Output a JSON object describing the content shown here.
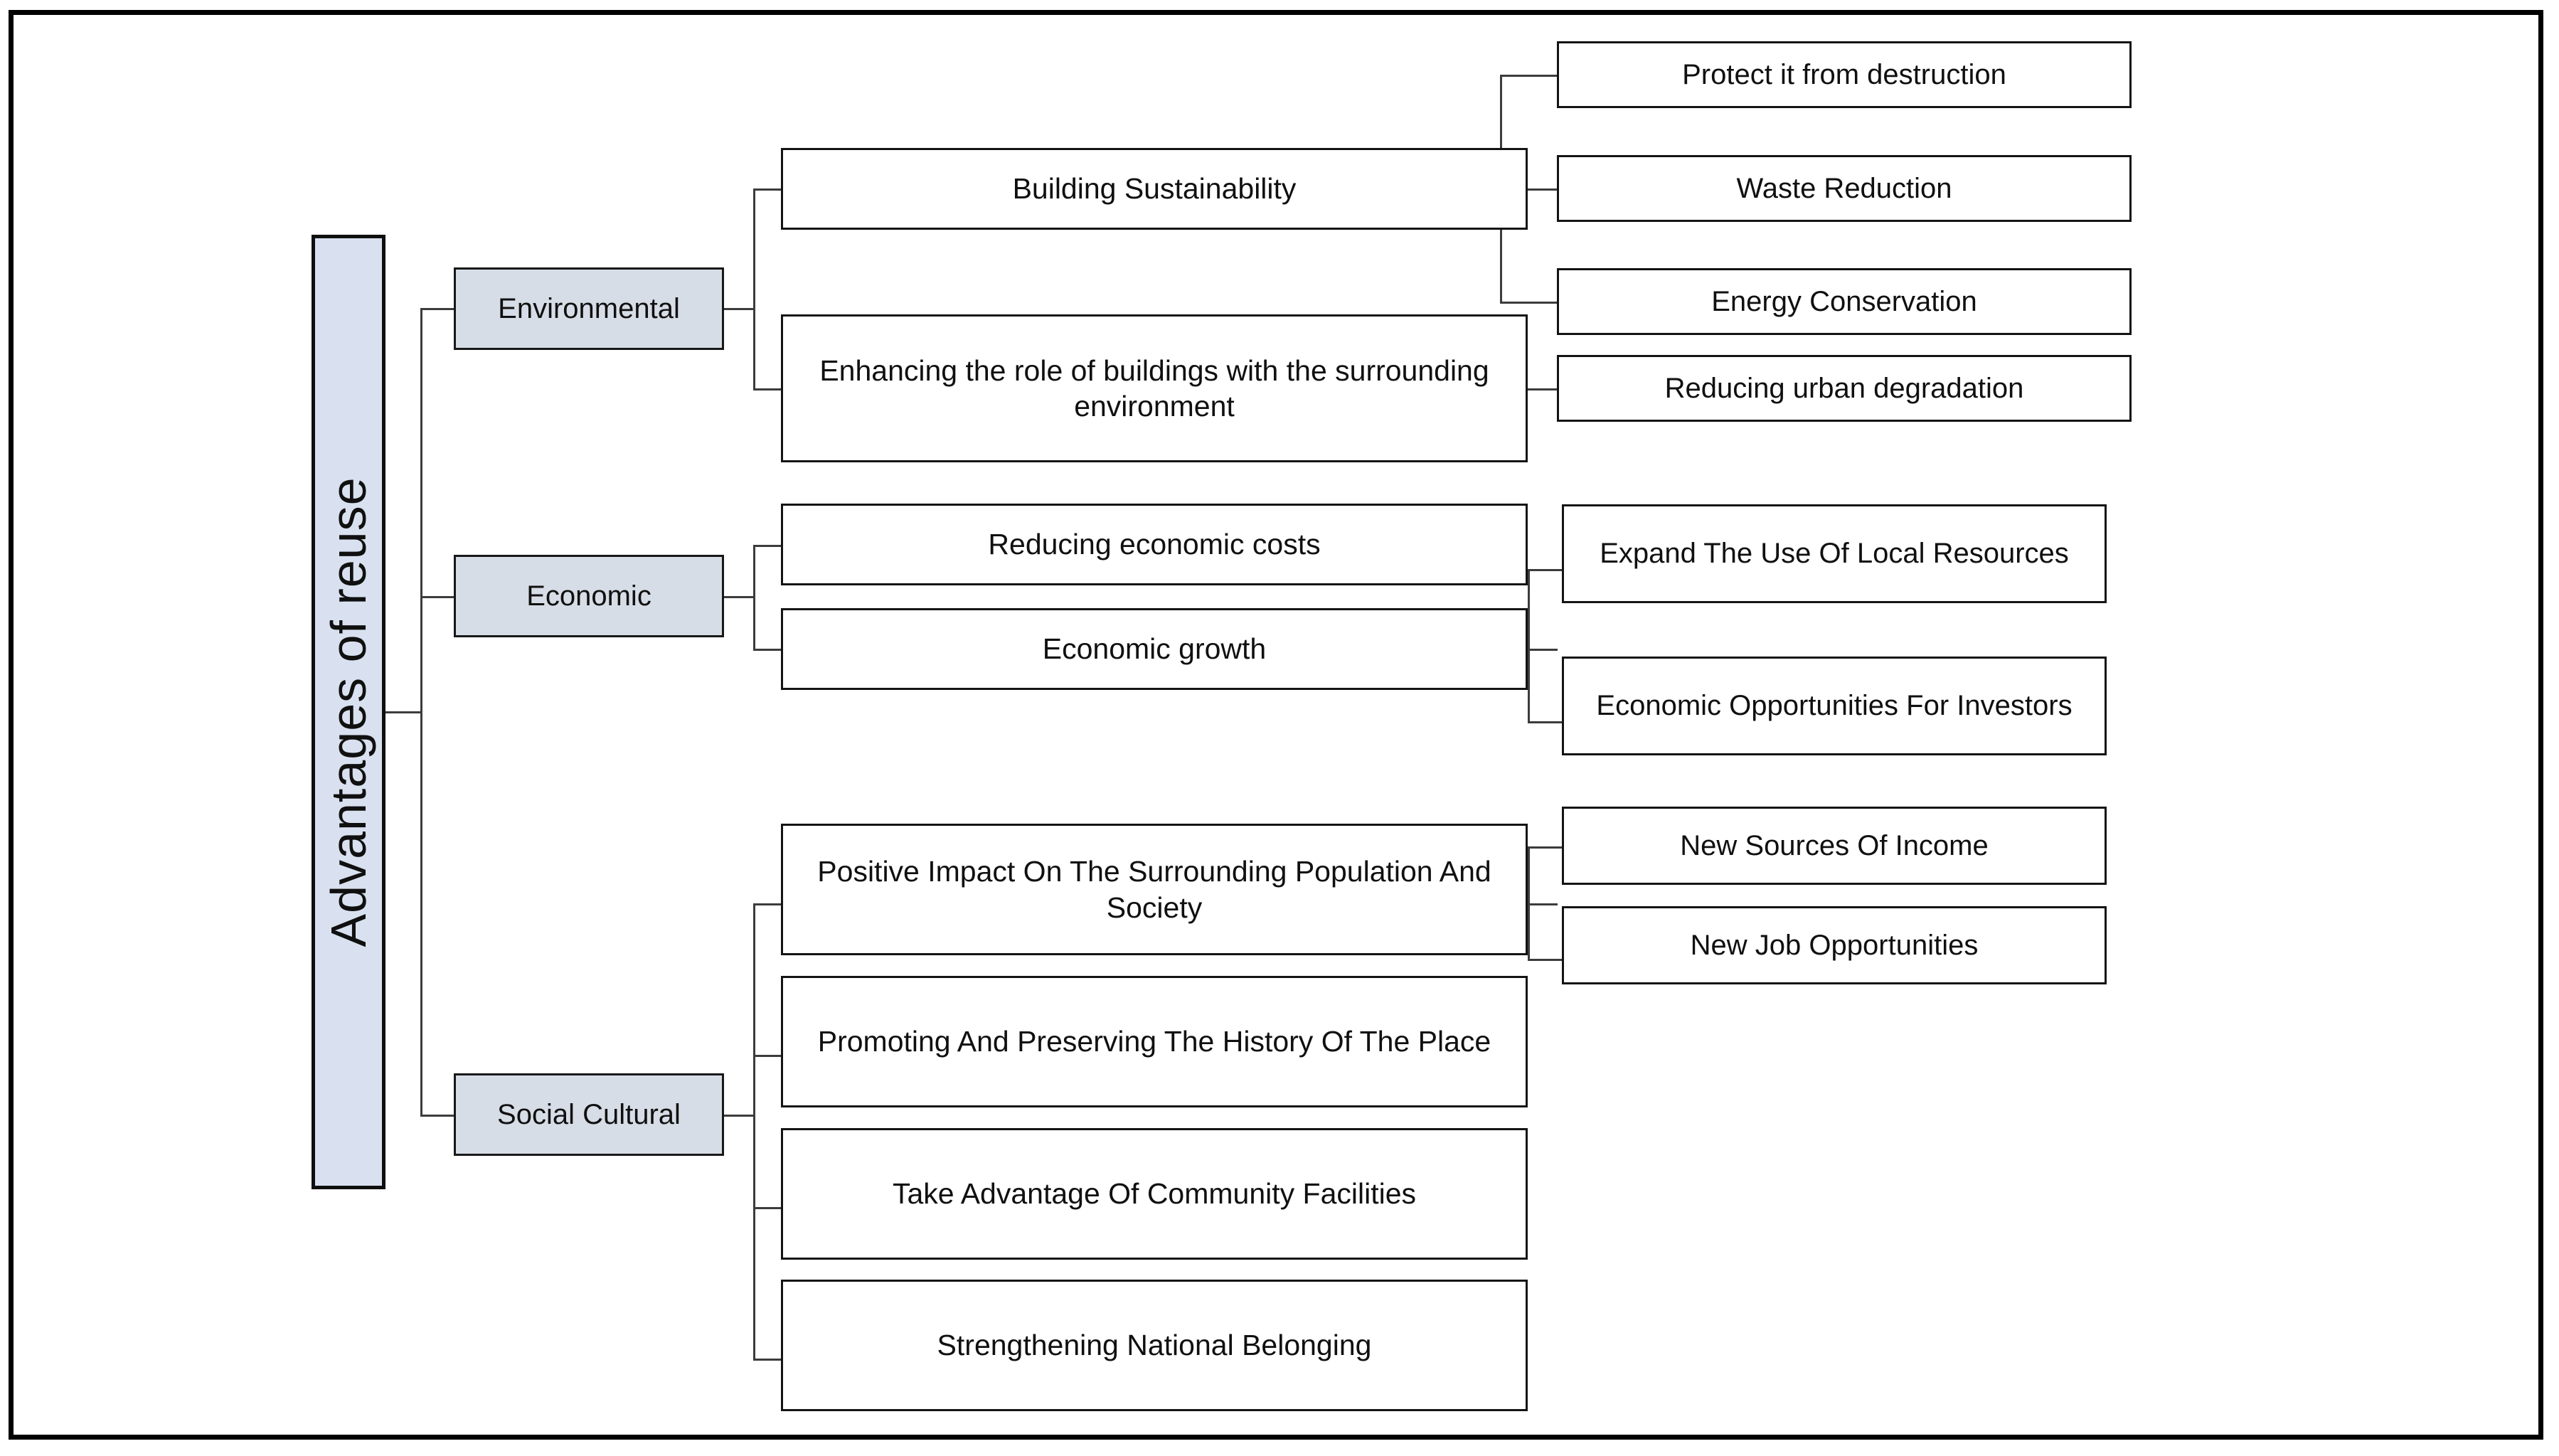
{
  "diagram": {
    "title": "Advantages of reuse",
    "root": {
      "label": "Advantages of reuse"
    },
    "colors": {
      "category_fill": "#d7dde7",
      "root_fill": "#d9e1f0",
      "leaf_fill": "#ffffff",
      "border": "#141414",
      "frame": "#000000",
      "connector": "#3c3c3c"
    },
    "branches": [
      {
        "key": "environmental",
        "label": "Environmental",
        "children": [
          {
            "key": "building-sustainability",
            "label": "Building Sustainability",
            "children": [
              {
                "key": "protect-it-from-destruction",
                "label": "Protect it from destruction"
              },
              {
                "key": "waste-reduction",
                "label": "Waste Reduction"
              },
              {
                "key": "energy-conservation",
                "label": "Energy Conservation"
              }
            ]
          },
          {
            "key": "enhancing-role-of-buildings",
            "label": "Enhancing the role of buildings with the surrounding environment",
            "children": [
              {
                "key": "reducing-urban-degradation",
                "label": "Reducing urban degradation"
              }
            ]
          }
        ]
      },
      {
        "key": "economic",
        "label": "Economic",
        "children": [
          {
            "key": "reducing-economic-costs",
            "label": "Reducing economic costs",
            "children": []
          },
          {
            "key": "economic-growth",
            "label": "Economic growth",
            "children": [
              {
                "key": "expand-the-use-of-local-resources",
                "label": "Expand The Use Of Local Resources"
              },
              {
                "key": "economic-opportunities-for-investors",
                "label": "Economic Opportunities For Investors"
              }
            ]
          }
        ]
      },
      {
        "key": "social-cultural",
        "label": "Social Cultural",
        "children": [
          {
            "key": "positive-impact-on-population",
            "label": "Positive Impact On The Surrounding Population And Society",
            "children": [
              {
                "key": "new-sources-of-income",
                "label": "New Sources Of Income"
              },
              {
                "key": "new-job-opportunities",
                "label": "New Job Opportunities"
              }
            ]
          },
          {
            "key": "promoting-preserving-history",
            "label": "Promoting And Preserving The History Of The Place",
            "children": []
          },
          {
            "key": "take-advantage-of-community-facilities",
            "label": "Take Advantage Of Community Facilities",
            "children": []
          },
          {
            "key": "strengthening-national-belonging",
            "label": "Strengthening National Belonging",
            "children": []
          }
        ]
      }
    ]
  }
}
